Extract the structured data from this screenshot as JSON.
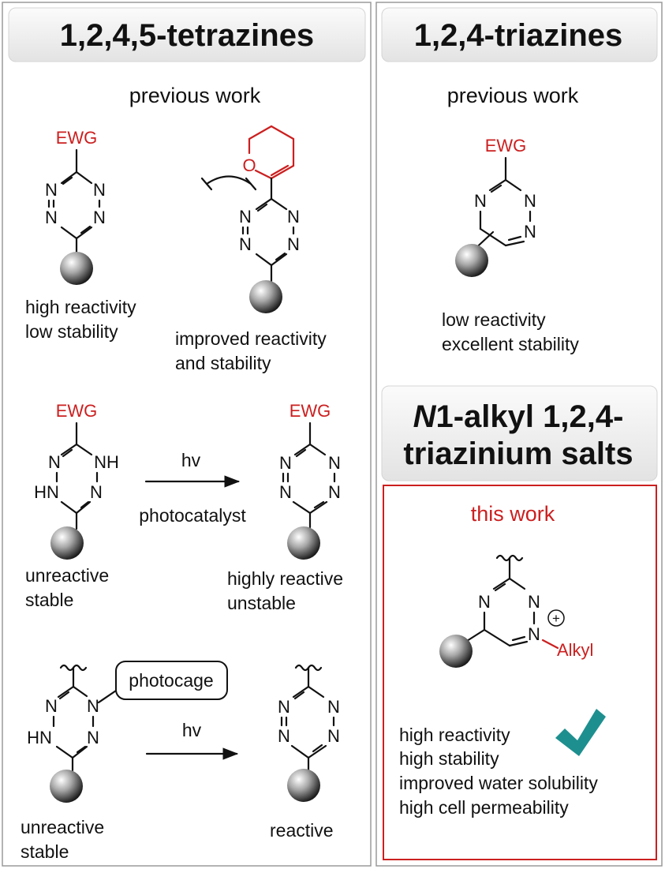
{
  "left_panel": {
    "title": "1,2,4,5-tetrazines",
    "heading": "previous work",
    "ewg1": "EWG",
    "caption1": [
      "high reactivity",
      "low stability"
    ],
    "caption2": [
      "improved reactivity",
      "and stability"
    ],
    "ewg3": "EWG",
    "ewg4": "EWG",
    "arrow_top": "hv",
    "arrow_bottom": "photocatalyst",
    "caption3": [
      "unreactive",
      "stable"
    ],
    "caption4": [
      "highly reactive",
      "unstable"
    ],
    "photocage": "photocage",
    "arrow2_top": "hv",
    "caption5": [
      "unreactive",
      "stable"
    ],
    "caption6": "reactive"
  },
  "right_panel": {
    "title": "1,2,4-triazines",
    "heading": "previous work",
    "ewg": "EWG",
    "caption": [
      "low reactivity",
      "excellent stability"
    ],
    "title2_italic": "N",
    "title2_line1": "1-alkyl 1,2,4-",
    "title2_line2": "triazinium salts",
    "this_work": "this work",
    "plus": "+",
    "alkyl": "Alkyl",
    "features": [
      "high reactivity",
      "high stability",
      "improved water solubility",
      "high cell permeability"
    ]
  },
  "atoms": {
    "N": "N",
    "H": "H",
    "NH": "NH",
    "HN": "HN",
    "O": "O"
  },
  "colors": {
    "accent_red": "#cc1f1f",
    "check_teal": "#1e8f8f",
    "panel_border": "#9a9a9a"
  }
}
